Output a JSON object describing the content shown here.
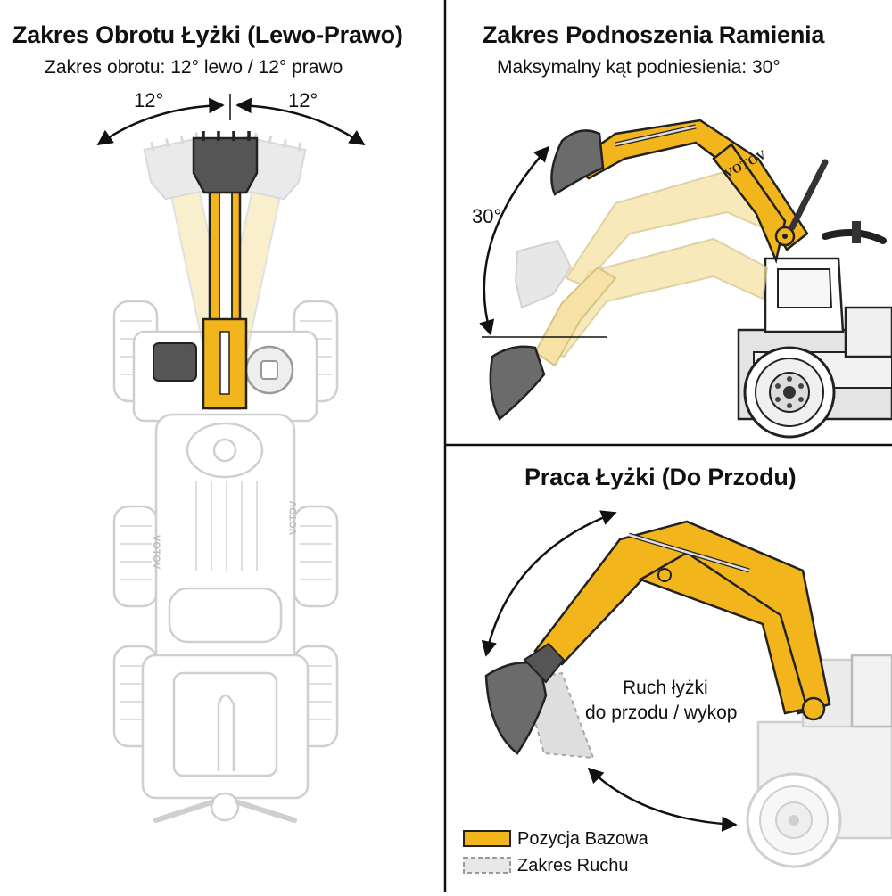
{
  "panel_rotation": {
    "title": "Zakres Obrotu Łyżki (Lewo-Prawo)",
    "subtitle": "Zakres obrotu: 12° lewo / 12° prawo",
    "left_angle": "12°",
    "right_angle": "12°",
    "body_text": "VOTOV"
  },
  "panel_lift": {
    "title": "Zakres Podnoszenia Ramienia",
    "subtitle": "Maksymalny kąt podniesienia: 30°",
    "angle": "30°",
    "arm_text": "VOTOV"
  },
  "panel_bucket": {
    "title": "Praca Łyżki (Do Przodu)",
    "motion_line1": "Ruch łyżki",
    "motion_line2": "do przodu / wykop"
  },
  "legend": {
    "base_label": "Pozycja Bazowa",
    "range_label": "Zakres Ruchu"
  },
  "colors": {
    "arm_yellow": "#f2b51c",
    "ghost_yellow": "#f6e2a4",
    "bucket_dark": "#6b6b6b",
    "ghost_gray": "#d9d9d9",
    "outline": "#222222",
    "divider": "#111111"
  }
}
